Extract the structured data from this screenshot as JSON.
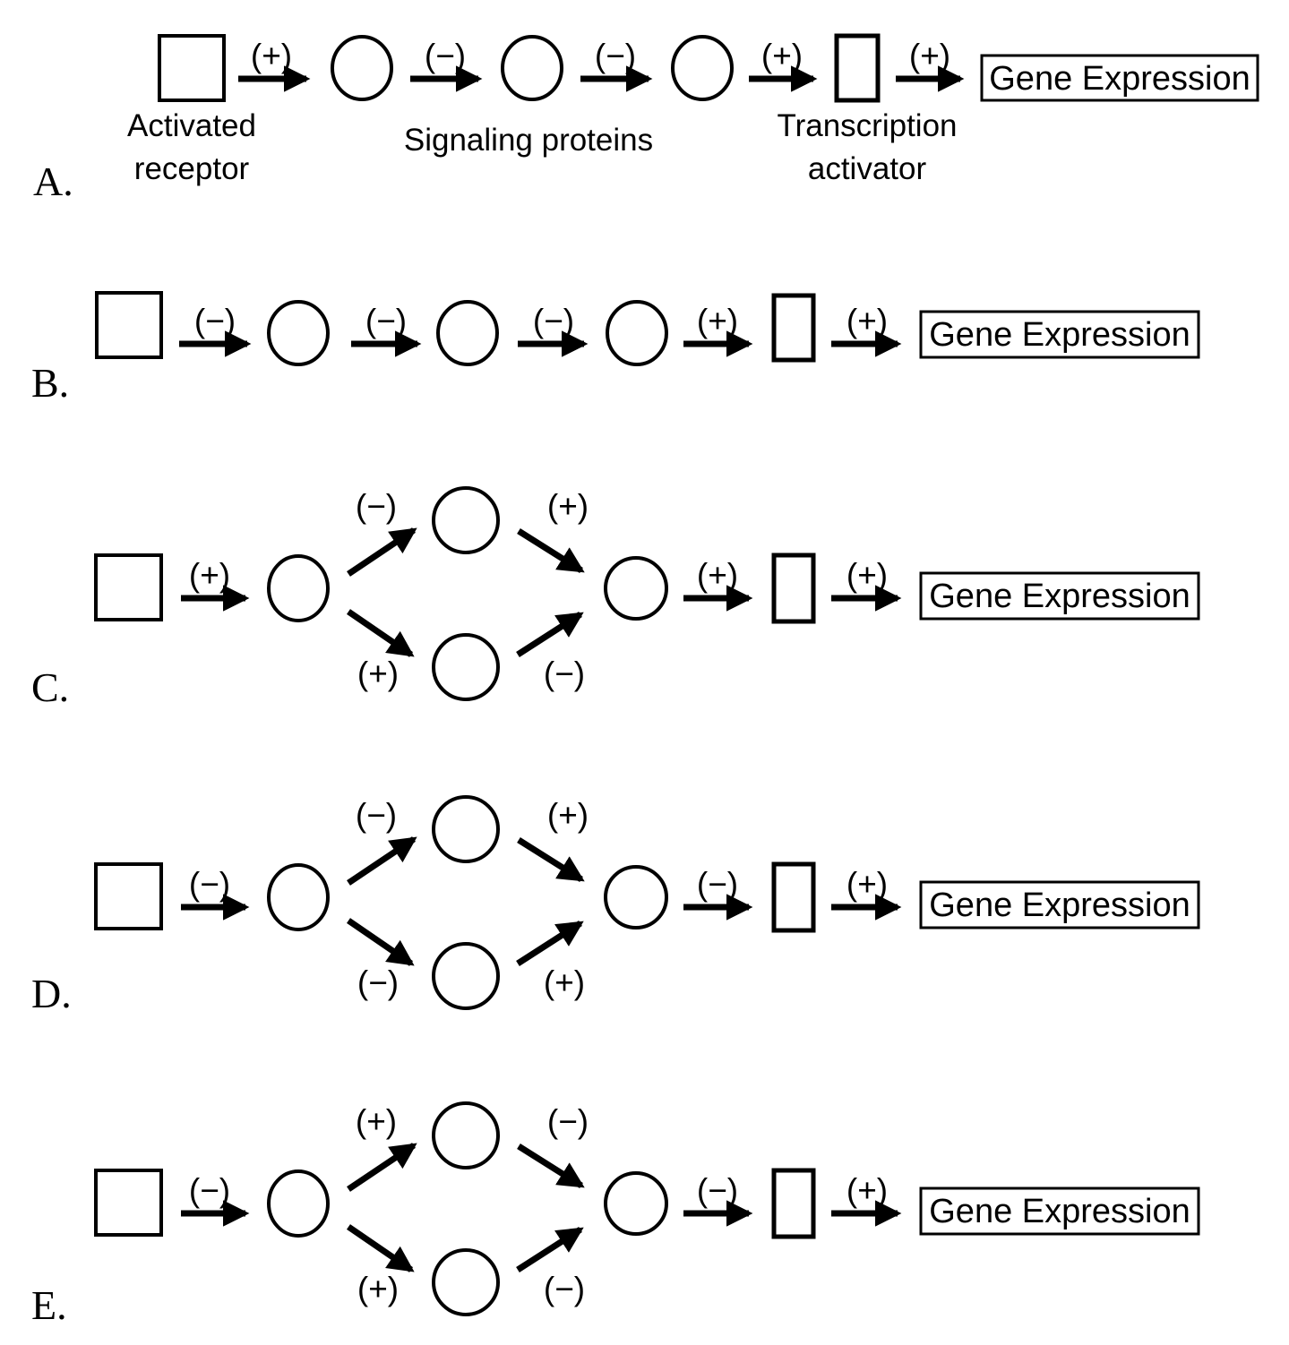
{
  "diagram": {
    "gene_expression_label": "Gene Expression",
    "node_labels": {
      "activated_receptor": [
        "Activated",
        "receptor"
      ],
      "signaling_proteins": "Signaling proteins",
      "transcription_activator": [
        "Transcription",
        "activator"
      ]
    },
    "options": [
      {
        "letter": "A.",
        "type": "linear",
        "signs": [
          "(+)",
          "(−)",
          "(−)",
          "(+)",
          "(+)"
        ]
      },
      {
        "letter": "B.",
        "type": "linear",
        "signs": [
          "(−)",
          "(−)",
          "(−)",
          "(+)",
          "(+)"
        ]
      },
      {
        "letter": "C.",
        "type": "diamond",
        "signs": {
          "input": "(+)",
          "upper_in": "(−)",
          "upper_out": "(+)",
          "lower_in": "(+)",
          "lower_out": "(−)",
          "to_activator": "(+)",
          "to_gene": "(+)"
        }
      },
      {
        "letter": "D.",
        "type": "diamond",
        "signs": {
          "input": "(−)",
          "upper_in": "(−)",
          "upper_out": "(+)",
          "lower_in": "(−)",
          "lower_out": "(+)",
          "to_activator": "(−)",
          "to_gene": "(+)"
        }
      },
      {
        "letter": "E.",
        "type": "diamond",
        "signs": {
          "input": "(−)",
          "upper_in": "(+)",
          "upper_out": "(−)",
          "lower_in": "(+)",
          "lower_out": "(−)",
          "to_activator": "(−)",
          "to_gene": "(+)"
        }
      }
    ]
  }
}
